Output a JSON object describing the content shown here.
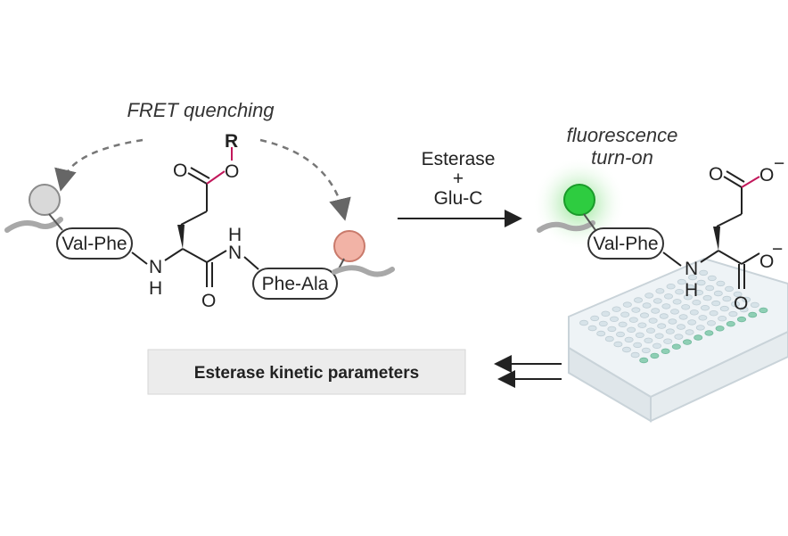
{
  "fret_label": "FRET quenching",
  "fluorescence_label_1": "fluorescence",
  "fluorescence_label_2": "turn-on",
  "reaction": {
    "reagent_1": "Esterase",
    "plus": "+",
    "reagent_2": "Glu-C"
  },
  "substrate": {
    "peptide_left": "Val-Phe",
    "peptide_right": "Phe-Ala",
    "ester_group": "R",
    "atoms": {
      "O": "O",
      "N": "N",
      "H": "H"
    }
  },
  "product": {
    "peptide": "Val-Phe",
    "carboxylate": "O",
    "charge": "−"
  },
  "result_box": "Esterase kinetic parameters",
  "colors": {
    "quencher": "#d9d9d9",
    "donor": "#f2b3a6",
    "fluorophore": "#2ecc40",
    "ester_bond": "#c2185b",
    "plate_wells": "#8fcfb5",
    "box_bg": "#ececec"
  }
}
